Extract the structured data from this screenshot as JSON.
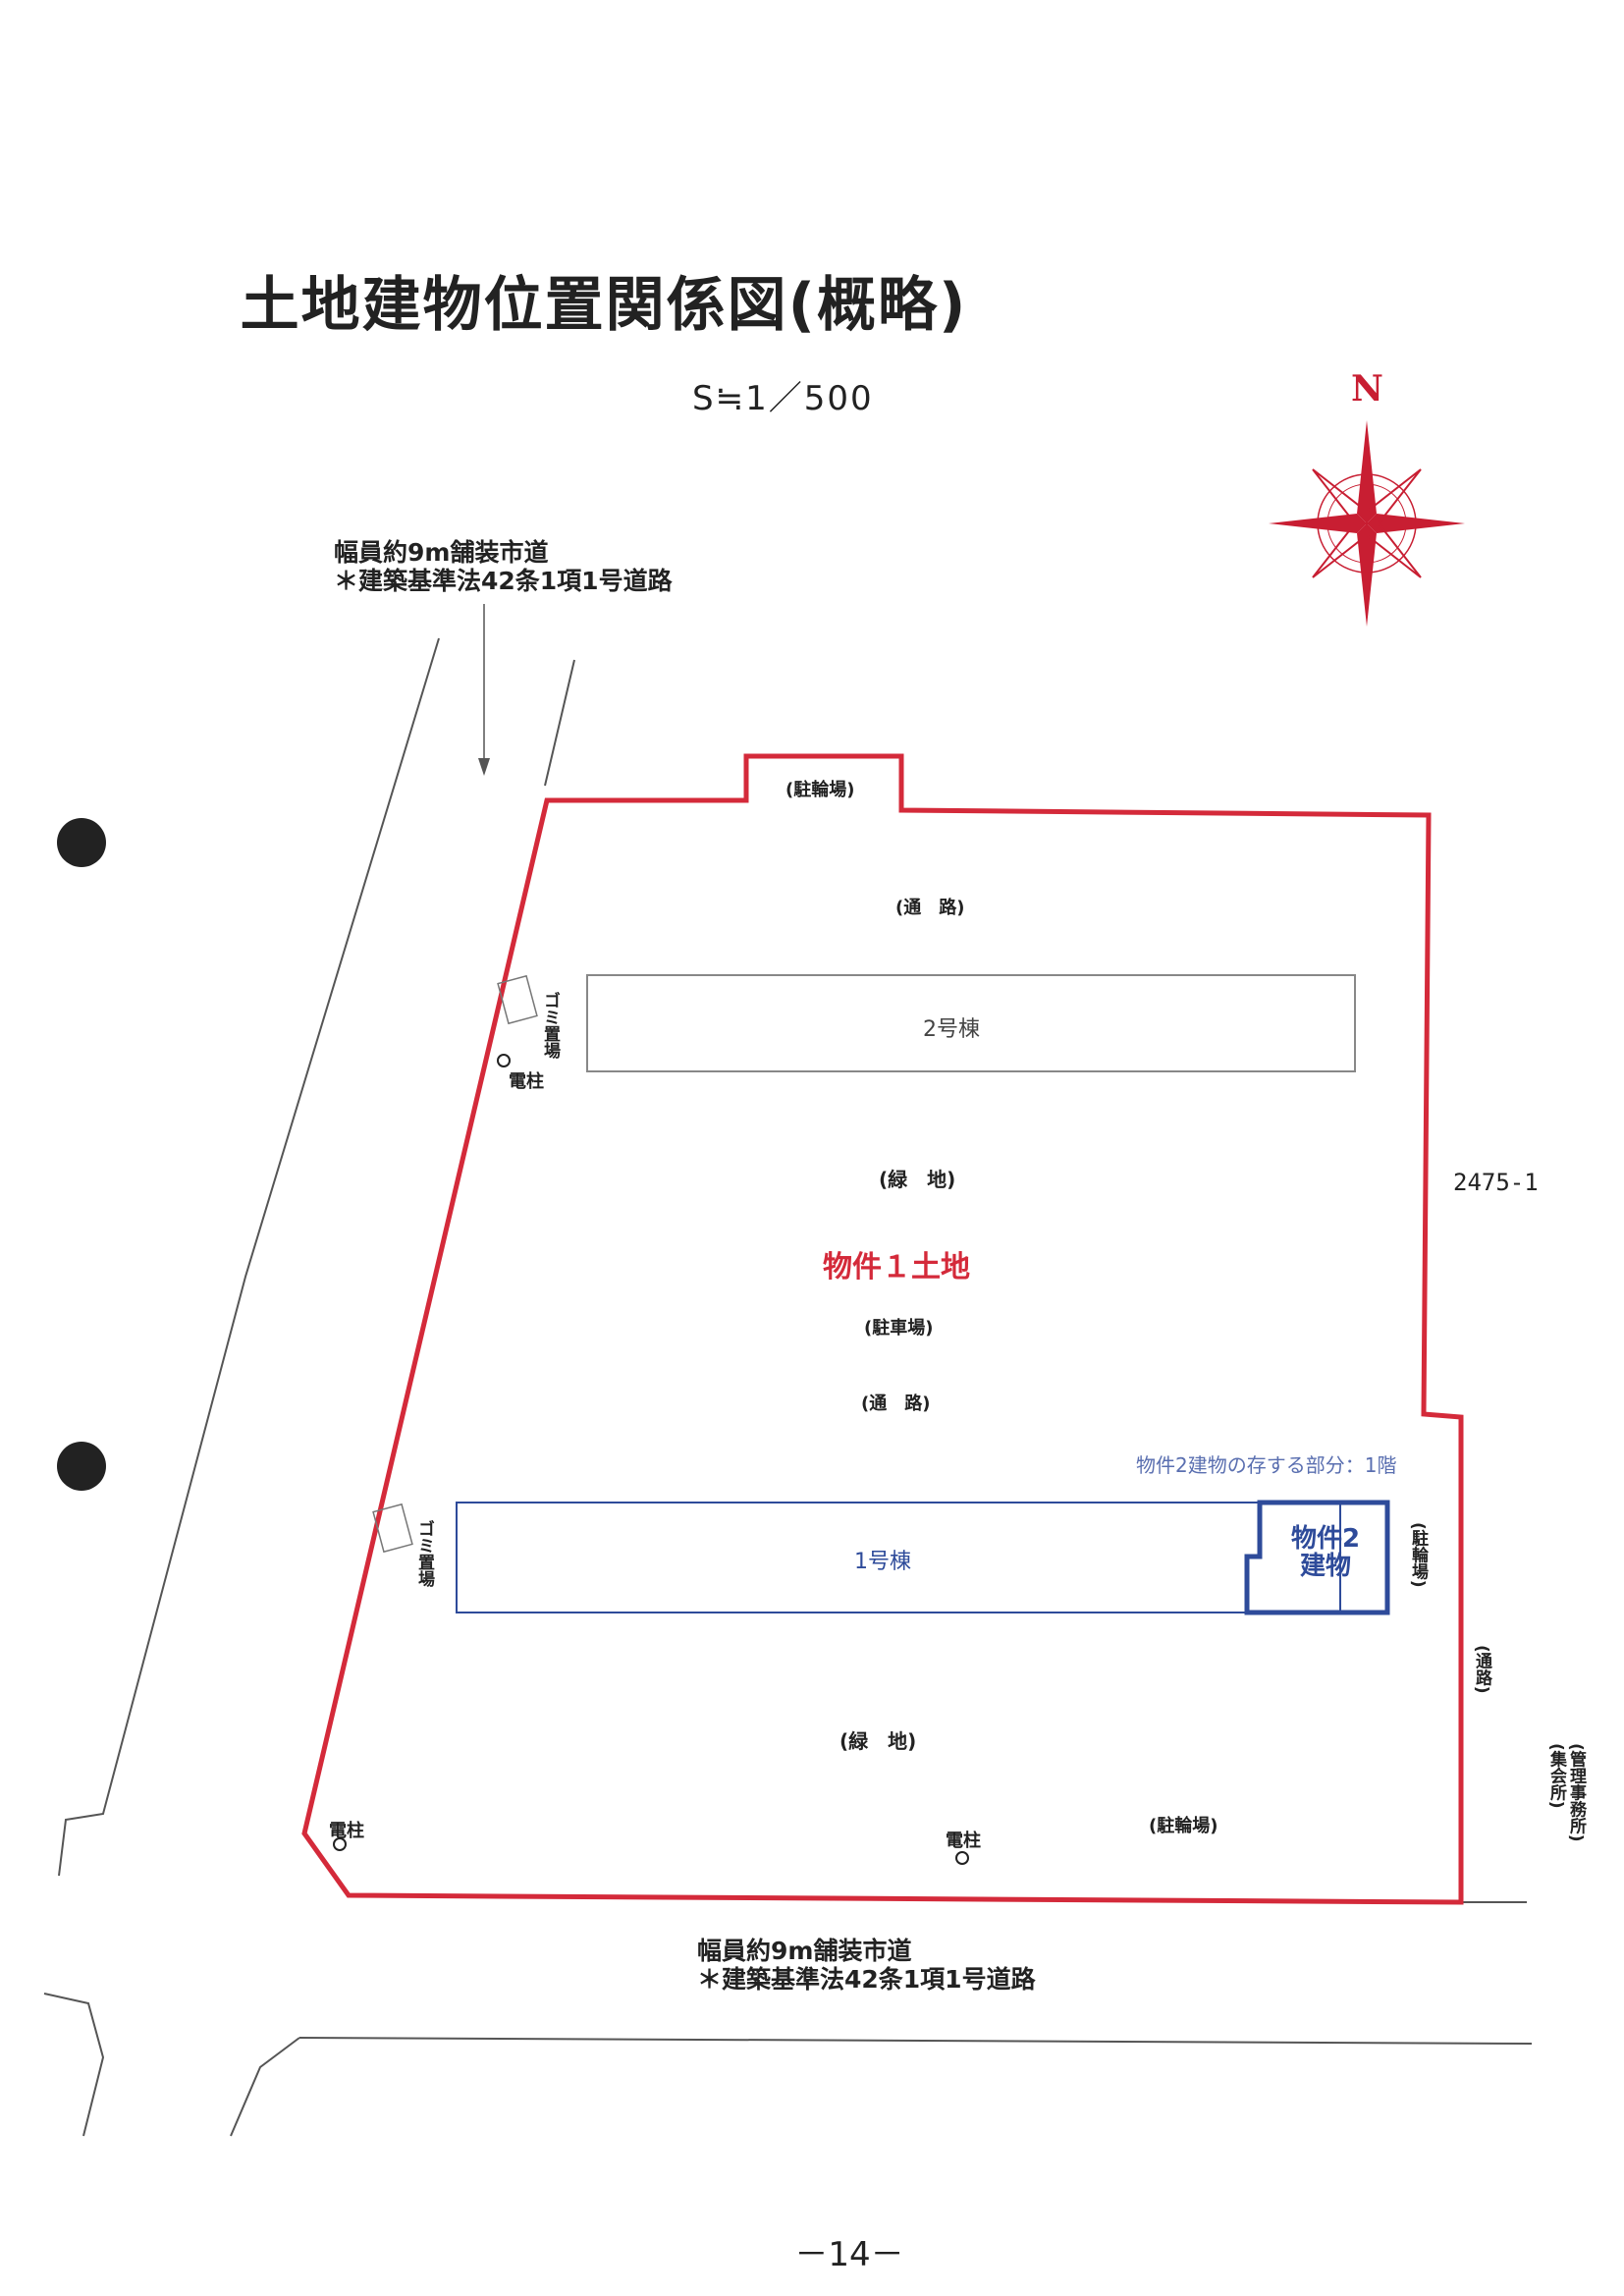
{
  "title": "土地建物位置関係図(概略)",
  "scale": "S≒1／500",
  "compass": {
    "north_label": "N",
    "color": "#c81e32"
  },
  "roads": {
    "west": {
      "line1": "幅員約9m舗装市道",
      "line2": "＊建築基準法42条1項1号道路"
    },
    "south": {
      "line1": "幅員約9m舗装市道",
      "line2": "＊建築基準法42条1項1号道路"
    }
  },
  "labels": {
    "bike_parking_top": "(駐輪場)",
    "passage_top": "(通　路)",
    "garbage_top": "ゴミ置場",
    "pole_top": "電柱",
    "building2": "2号棟",
    "green_top": "(緑　地)",
    "property1_land": "物件１土地",
    "parking": "(駐車場)",
    "passage_mid": "(通　路)",
    "property2_note": "物件2建物の存する部分：1階",
    "garbage_bottom": "ゴミ置場",
    "building1": "1号棟",
    "property2_building": "物件2建物",
    "bike_parking_right": "(駐輪場)",
    "passage_right": "(通路)",
    "green_bottom": "(緑　地)",
    "pole_left": "電柱",
    "pole_mid": "電柱",
    "bike_parking_bottom": "(駐輪場)",
    "parcel": "2475-1",
    "office": "(管理事務所)",
    "hall": "(集会所)"
  },
  "colors": {
    "boundary": "#d42a3a",
    "property2": "#2e4b9a",
    "property2_note": "#5a6fb0",
    "building": "#888888"
  },
  "page_number": "－14－"
}
